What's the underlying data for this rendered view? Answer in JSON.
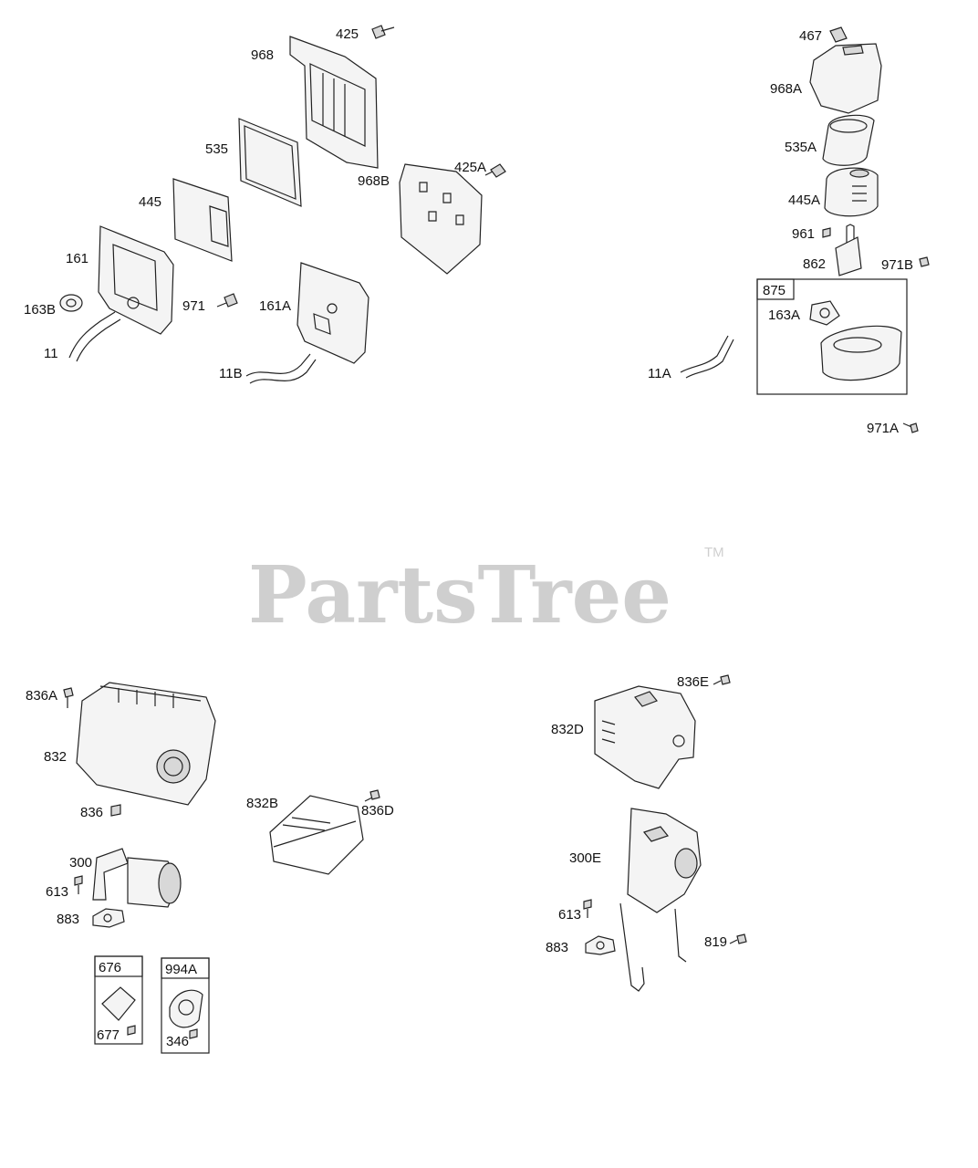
{
  "watermark": {
    "text": "PartsTree",
    "trademark": "TM"
  },
  "labels": {
    "p968": "968",
    "p425": "425",
    "p535": "535",
    "p425A": "425A",
    "p968B": "968B",
    "p445": "445",
    "p161": "161",
    "p971": "971",
    "p161A": "161A",
    "p163B": "163B",
    "p11": "11",
    "p11B": "11B",
    "p467": "467",
    "p968A": "968A",
    "p535A": "535A",
    "p445A": "445A",
    "p961": "961",
    "p862": "862",
    "p971B": "971B",
    "p875": "875",
    "p163A": "163A",
    "p11A": "11A",
    "p971A": "971A",
    "p836A": "836A",
    "p832": "832",
    "p836": "836",
    "p832B": "832B",
    "p836D": "836D",
    "p300": "300",
    "p613": "613",
    "p883": "883",
    "p676": "676",
    "p677": "677",
    "p994A": "994A",
    "p346": "346",
    "p836E": "836E",
    "p832D": "832D",
    "p300E": "300E",
    "p613b": "613",
    "p883b": "883",
    "p819": "819"
  }
}
